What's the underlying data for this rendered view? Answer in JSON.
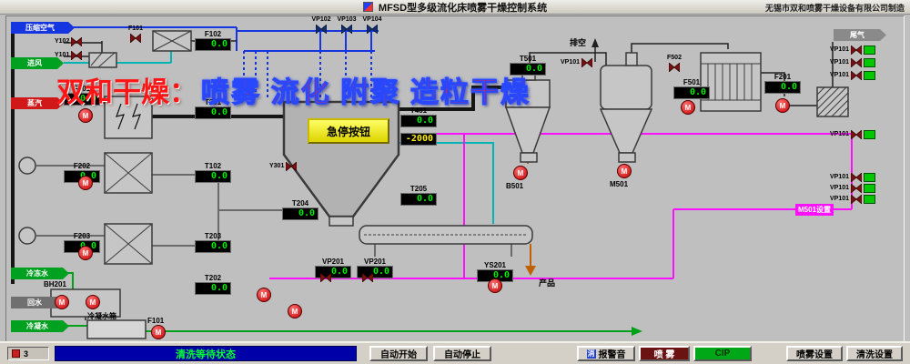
{
  "title_bar": {
    "title": "MFSD型多级流化床喷雾干燥控制系统",
    "manufacturer": "无锡市双和喷雾干燥设备有限公司制造"
  },
  "watermark": {
    "brand": "双和干燥：",
    "slogan": "喷雾 流化 附聚 造粒干燥"
  },
  "inlets": {
    "compressed_air": "压缩空气",
    "inlet_air": "进风",
    "steam": "蒸汽",
    "chilled_water": "冷冻水",
    "return_water": "回水",
    "condensate_water": "冷凝水",
    "vent": "排空",
    "tail_gas": "尾气",
    "product": "产品"
  },
  "equipment_labels": {
    "estop": "急停按钮",
    "bh201": "BH201",
    "condensate_tank": "冷凝水箱",
    "b501": "B501",
    "m501": "M501",
    "ys201": "YS201",
    "y301": "Y301",
    "f502": "F502",
    "f101_pump": "F101",
    "fan_note": "M501设置",
    "pump_m": "M"
  },
  "valve_labels": {
    "vp101": "VP101",
    "vp102": "VP102",
    "vp103": "VP103",
    "vp104": "VP104",
    "vp201": "VP201",
    "y101": "Y101",
    "y102": "Y102",
    "f101": "F101"
  },
  "displays": [
    {
      "id": "F102",
      "value": "0.0"
    },
    {
      "id": "F101",
      "value": "0.0"
    },
    {
      "id": "T201",
      "value": "0.0"
    },
    {
      "id": "T401",
      "value": "0.0"
    },
    {
      "id": "F202",
      "value": "0.0"
    },
    {
      "id": "T102",
      "value": "0.0"
    },
    {
      "id": "F203",
      "value": "0.0"
    },
    {
      "id": "T203",
      "value": "0.0"
    },
    {
      "id": "T204",
      "value": "0.0"
    },
    {
      "id": "T205",
      "value": "0.0"
    },
    {
      "id": "T202",
      "value": "0.0"
    },
    {
      "id": "VP201",
      "value": "0.0"
    },
    {
      "id": "VP201",
      "value": "0.0"
    },
    {
      "id": "YS201",
      "value": "0.0"
    },
    {
      "id": "T501",
      "value": "0.0"
    },
    {
      "id": "F501",
      "value": "0.0"
    },
    {
      "id": "F201",
      "value": "0.0"
    }
  ],
  "chamber_display": {
    "value": "-2000"
  },
  "bottom_bar": {
    "counter": "3",
    "status": "清洗等待状态",
    "buttons": [
      {
        "label": "自动开始"
      },
      {
        "label": "自动停止"
      },
      {
        "label": "报警音",
        "icon": "消"
      },
      {
        "label": "喷 雾"
      },
      {
        "label": "CIP"
      },
      {
        "label": "喷雾设置"
      },
      {
        "label": "清洗设置"
      }
    ]
  }
}
